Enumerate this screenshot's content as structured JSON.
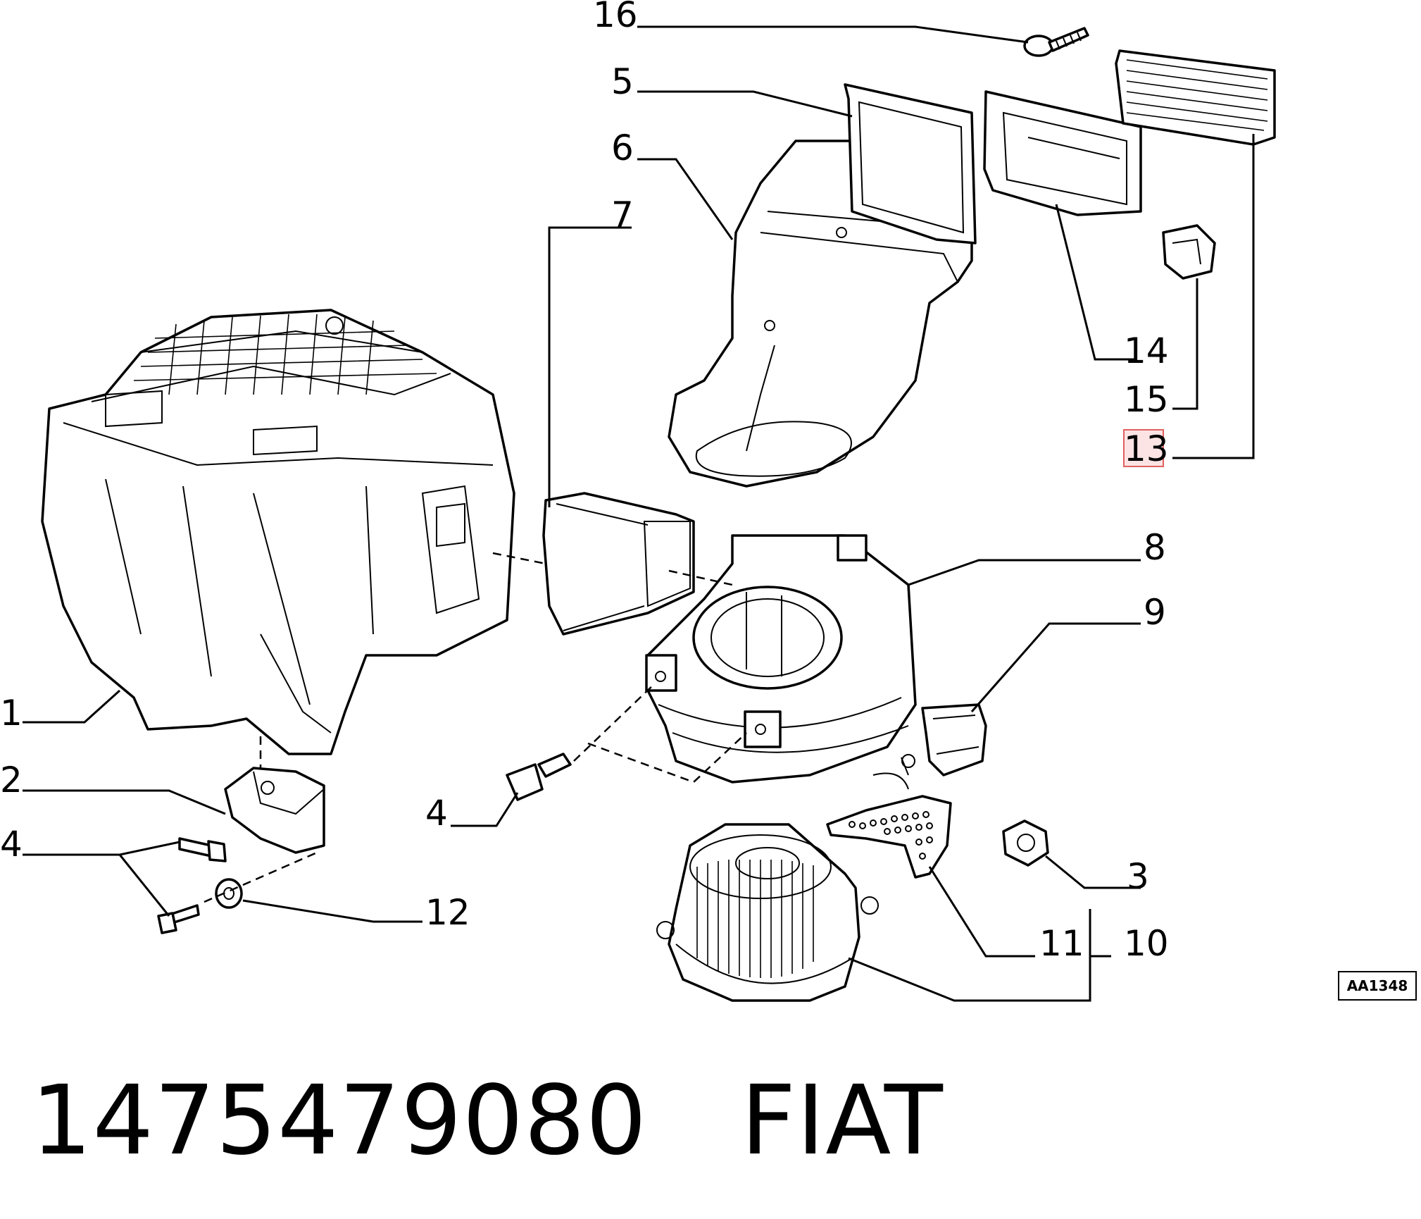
{
  "callouts": {
    "c16": "16",
    "c5": "5",
    "c6": "6",
    "c7": "7",
    "c14": "14",
    "c15": "15",
    "c13": "13",
    "c8": "8",
    "c9": "9",
    "c1": "1",
    "c2": "2",
    "c4a": "4",
    "c4b": "4",
    "c12": "12",
    "c3": "3",
    "c11": "11",
    "c10": "10"
  },
  "highlighted_callout": "13",
  "highlight_color": "#f4a7a7",
  "reference_code": "AA1348",
  "footer": {
    "part_number": "1475479080",
    "brand": "FIAT"
  }
}
